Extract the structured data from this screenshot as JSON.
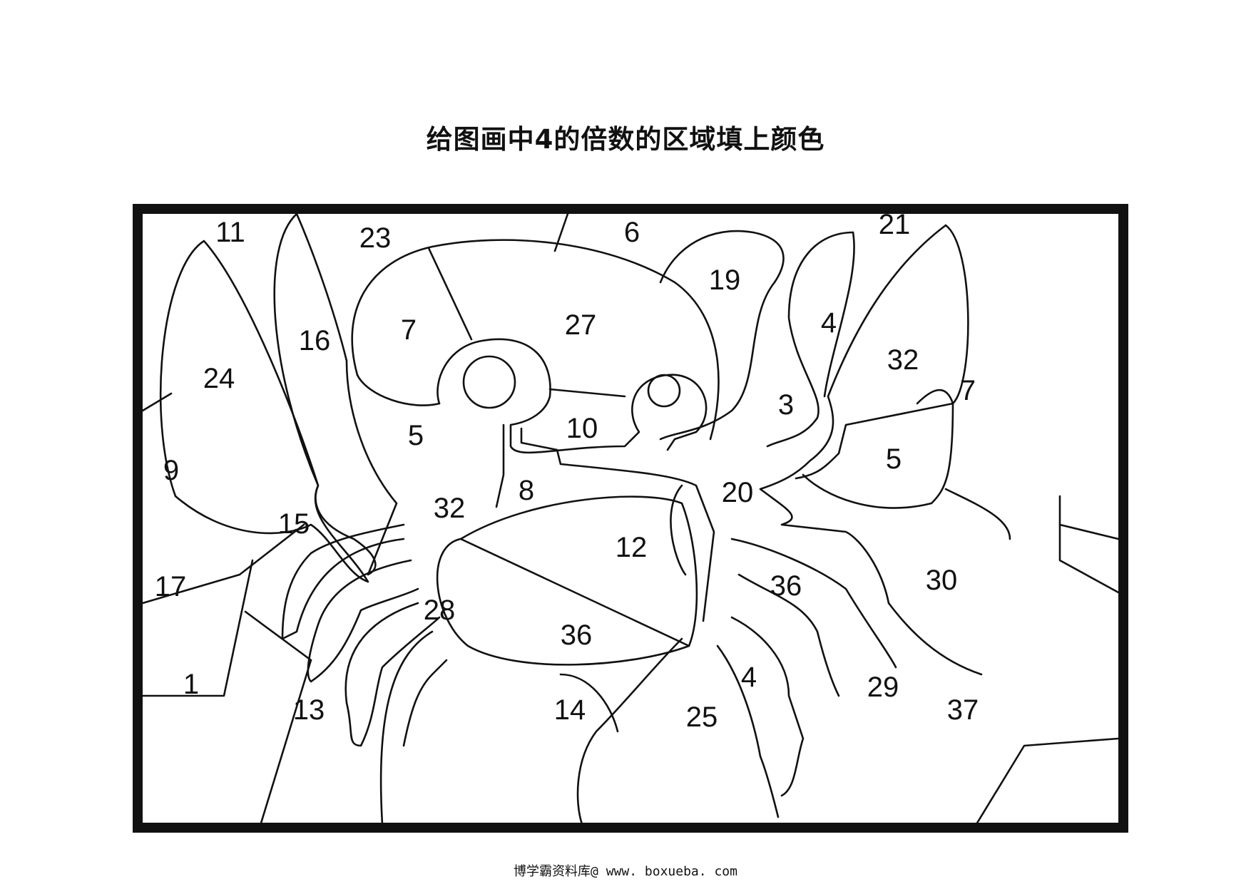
{
  "title": "给图画中4的倍数的区域填上颜色",
  "footer": {
    "owner": "博学霸资料库",
    "site": "@ www. boxueba. com"
  },
  "regions": [
    {
      "label": "11"
    },
    {
      "label": "23"
    },
    {
      "label": "6"
    },
    {
      "label": "19"
    },
    {
      "label": "21"
    },
    {
      "label": "7"
    },
    {
      "label": "27"
    },
    {
      "label": "4"
    },
    {
      "label": "16"
    },
    {
      "label": "24"
    },
    {
      "label": "32"
    },
    {
      "label": "7"
    },
    {
      "label": "3"
    },
    {
      "label": "5"
    },
    {
      "label": "10"
    },
    {
      "label": "5"
    },
    {
      "label": "9"
    },
    {
      "label": "8"
    },
    {
      "label": "20"
    },
    {
      "label": "32"
    },
    {
      "label": "15"
    },
    {
      "label": "12"
    },
    {
      "label": "17"
    },
    {
      "label": "36"
    },
    {
      "label": "30"
    },
    {
      "label": "28"
    },
    {
      "label": "36"
    },
    {
      "label": "1"
    },
    {
      "label": "4"
    },
    {
      "label": "29"
    },
    {
      "label": "13"
    },
    {
      "label": "14"
    },
    {
      "label": "25"
    },
    {
      "label": "37"
    }
  ]
}
